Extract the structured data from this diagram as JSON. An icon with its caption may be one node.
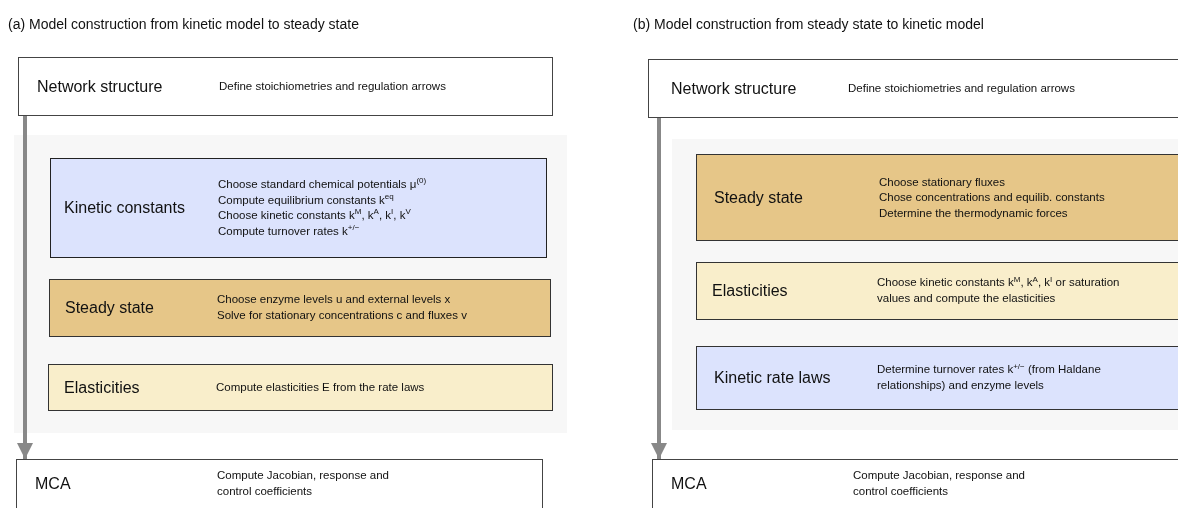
{
  "diagram": {
    "nodes": [
      {
        "text": [
          "Network structure",
          "Define stoichiometries and regulation arrows"
        ]
      },
      {
        "text": [],
        "shape": "box"
      },
      {
        "text": [
          "Kinetic constants",
          "Choose standard chemical potentials μ$^{(0)}$",
          "Compute equilibrium constants k$^{eq}$",
          "Choose kinetic constants k$^{M}$, k$^{A}$, k$^{I}$, k$^{V}$",
          "Compute turnover rates k$^{+/−}$"
        ],
        "in": 1
      },
      {
        "text": [
          "Steady state",
          "Choose enzyme levels u and external levels x",
          "Solve for stationary concentrations c and fluxes v"
        ],
        "in": 1
      },
      {
        "text": [
          "Elasticities",
          "Compute elasticities E from the rate laws"
        ],
        "in": 1
      },
      {
        "text": [
          "MCA",
          "Compute Jacobian, response and control coefficients"
        ]
      },
      {
        "text": [
          "Network structure",
          "Define stoichiometries and regulation arrows"
        ]
      },
      {
        "text": [],
        "shape": "box"
      },
      {
        "text": [
          "Steady state",
          "Choose stationary fluxes",
          "Chose concentrations and equilib. constants",
          "Determine the thermodynamic forces"
        ],
        "in": 7
      },
      {
        "text": [
          "Elasticities",
          "Choose kinetic constants k$^{M}$, k$^{A}$, k$^{I}$ or saturation values and compute the elasticities"
        ],
        "in": 7
      },
      {
        "text": [
          "Kinetic rate laws",
          "Determine turnover rates k$^{+/−}$ (from Haldane relationships) and enzyme levels"
        ],
        "in": 7
      },
      {
        "text": [
          "MCA",
          "Compute Jacobian, response and control coefficients"
        ]
      }
    ],
    "edges": [
      {
        "from": 0,
        "to": 5,
        "arrow": "to"
      },
      {
        "from": 6,
        "to": 11,
        "arrow": "to"
      }
    ],
    "labels": [
      "(a) Model construction from kinetic model to steady state",
      "(b) Model construction from steady state to kinetic model"
    ]
  }
}
